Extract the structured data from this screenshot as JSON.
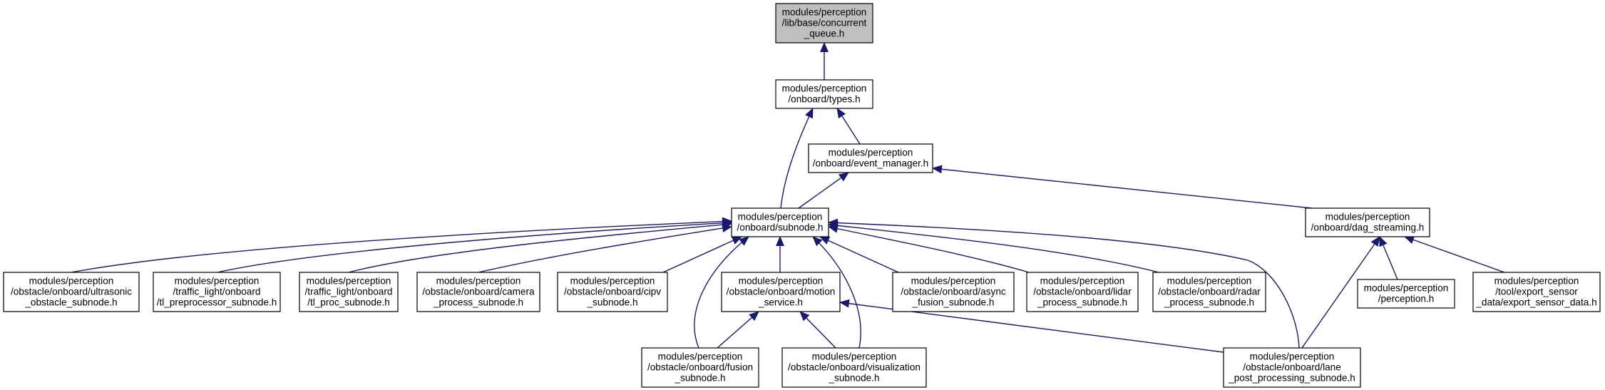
{
  "colors": {
    "edge": "#191970",
    "node_border": "#000000",
    "node_fill": "#ffffff",
    "root_fill": "#bfbfbf"
  },
  "nodes": [
    {
      "id": "concurrent_queue",
      "lines": [
        "modules/perception",
        "/lib/base/concurrent",
        "_queue.h"
      ],
      "root": true
    },
    {
      "id": "types",
      "lines": [
        "modules/perception",
        "/onboard/types.h"
      ]
    },
    {
      "id": "event_manager",
      "lines": [
        "modules/perception",
        "/onboard/event_manager.h"
      ]
    },
    {
      "id": "subnode",
      "lines": [
        "modules/perception",
        "/onboard/subnode.h"
      ]
    },
    {
      "id": "dag_streaming",
      "lines": [
        "modules/perception",
        "/onboard/dag_streaming.h"
      ]
    },
    {
      "id": "ultrasonic",
      "lines": [
        "modules/perception",
        "/obstacle/onboard/ultrasonic",
        "_obstacle_subnode.h"
      ]
    },
    {
      "id": "tl_preprocessor",
      "lines": [
        "modules/perception",
        "/traffic_light/onboard",
        "/tl_preprocessor_subnode.h"
      ]
    },
    {
      "id": "tl_proc",
      "lines": [
        "modules/perception",
        "/traffic_light/onboard",
        "/tl_proc_subnode.h"
      ]
    },
    {
      "id": "camera_process",
      "lines": [
        "modules/perception",
        "/obstacle/onboard/camera",
        "_process_subnode.h"
      ]
    },
    {
      "id": "cipv",
      "lines": [
        "modules/perception",
        "/obstacle/onboard/cipv",
        "_subnode.h"
      ]
    },
    {
      "id": "motion_service",
      "lines": [
        "modules/perception",
        "/obstacle/onboard/motion",
        "_service.h"
      ]
    },
    {
      "id": "async_fusion",
      "lines": [
        "modules/perception",
        "/obstacle/onboard/async",
        "_fusion_subnode.h"
      ]
    },
    {
      "id": "lidar_process",
      "lines": [
        "modules/perception",
        "/obstacle/onboard/lidar",
        "_process_subnode.h"
      ]
    },
    {
      "id": "radar_process",
      "lines": [
        "modules/perception",
        "/obstacle/onboard/radar",
        "_process_subnode.h"
      ]
    },
    {
      "id": "perception_h",
      "lines": [
        "modules/perception",
        "/perception.h"
      ]
    },
    {
      "id": "export_sensor",
      "lines": [
        "modules/perception",
        "/tool/export_sensor",
        "_data/export_sensor_data.h"
      ]
    },
    {
      "id": "fusion_subnode",
      "lines": [
        "modules/perception",
        "/obstacle/onboard/fusion",
        "_subnode.h"
      ]
    },
    {
      "id": "visualization",
      "lines": [
        "modules/perception",
        "/obstacle/onboard/visualization",
        "_subnode.h"
      ]
    },
    {
      "id": "lane_post",
      "lines": [
        "modules/perception",
        "/obstacle/onboard/lane",
        "_post_processing_subnode.h"
      ]
    }
  ],
  "edges": [
    {
      "from": "types",
      "to": "concurrent_queue"
    },
    {
      "from": "event_manager",
      "to": "types"
    },
    {
      "from": "subnode",
      "to": "types"
    },
    {
      "from": "subnode",
      "to": "event_manager"
    },
    {
      "from": "dag_streaming",
      "to": "event_manager"
    },
    {
      "from": "ultrasonic",
      "to": "subnode"
    },
    {
      "from": "tl_preprocessor",
      "to": "subnode"
    },
    {
      "from": "tl_proc",
      "to": "subnode"
    },
    {
      "from": "camera_process",
      "to": "subnode"
    },
    {
      "from": "cipv",
      "to": "subnode"
    },
    {
      "from": "motion_service",
      "to": "subnode"
    },
    {
      "from": "async_fusion",
      "to": "subnode"
    },
    {
      "from": "lidar_process",
      "to": "subnode"
    },
    {
      "from": "radar_process",
      "to": "subnode"
    },
    {
      "from": "fusion_subnode",
      "to": "subnode"
    },
    {
      "from": "visualization",
      "to": "subnode"
    },
    {
      "from": "lane_post",
      "to": "subnode"
    },
    {
      "from": "fusion_subnode",
      "to": "motion_service"
    },
    {
      "from": "visualization",
      "to": "motion_service"
    },
    {
      "from": "lane_post",
      "to": "motion_service"
    },
    {
      "from": "lane_post",
      "to": "dag_streaming"
    },
    {
      "from": "perception_h",
      "to": "dag_streaming"
    },
    {
      "from": "export_sensor",
      "to": "dag_streaming"
    }
  ]
}
